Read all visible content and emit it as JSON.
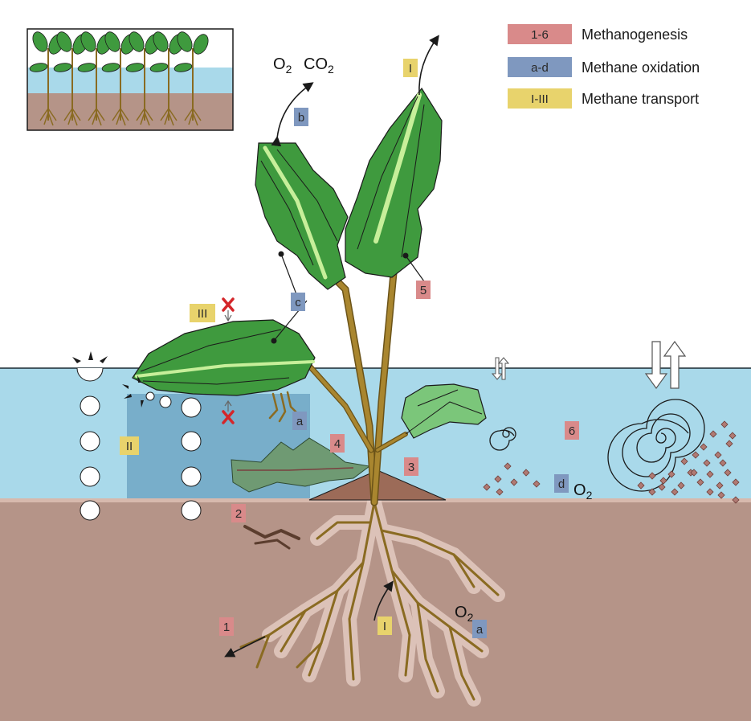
{
  "colors": {
    "methanogenesis": "#d98a8a",
    "oxidation": "#7f98bf",
    "transport": "#e8d36c",
    "water": "#a9d9ea",
    "water_dark": "#78aeca",
    "sediment": "#b59488",
    "leaf": "#3f9a3e",
    "leaf_vein": "#c7ef9a",
    "stem": "#a07f2c"
  },
  "legend": [
    {
      "code": "1-6",
      "label": "Methanogenesis",
      "kind": "methanogenesis"
    },
    {
      "code": "a-d",
      "label": "Methane oxidation",
      "kind": "oxidation"
    },
    {
      "code": "I-III",
      "label": "Methane transport",
      "kind": "transport"
    }
  ],
  "gases": {
    "o2": "O",
    "co2": "CO",
    "sub2": "2"
  },
  "markers": {
    "m1": "1",
    "m2": "2",
    "m3": "3",
    "m4": "4",
    "m5": "5",
    "m6": "6",
    "a_root": "a",
    "a_water": "a",
    "b": "b",
    "c": "c",
    "d": "d",
    "t_top": "I",
    "t_root": "I",
    "t_bubble": "II",
    "t_leaf": "III"
  },
  "icons": {
    "blocked": "x-mark-icon",
    "flux": "double-arrow-icon"
  }
}
